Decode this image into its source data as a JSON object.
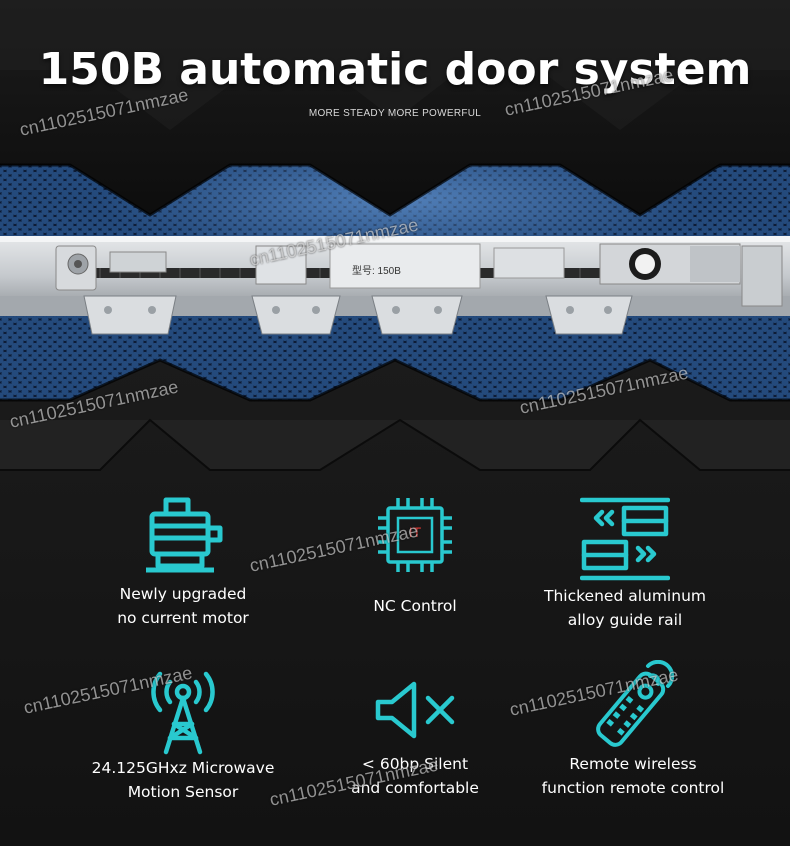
{
  "title": "150B automatic door system",
  "subtitle": "MORE STEADY MORE POWERFUL",
  "product": {
    "plate_text": "型号: 150B"
  },
  "features": [
    {
      "icon": "motor-icon",
      "line1": "Newly upgraded",
      "line2": "no current motor"
    },
    {
      "icon": "chip-icon",
      "chip_text": "IT",
      "line1": "NC Control",
      "line2": ""
    },
    {
      "icon": "guide-rail-icon",
      "line1": "Thickened aluminum",
      "line2": "alloy guide rail"
    },
    {
      "icon": "antenna-icon",
      "line1": "24.125GHxz Microwave",
      "line2": "Motion Sensor"
    },
    {
      "icon": "mute-speaker-icon",
      "line1": "< 60bp Silent",
      "line2": "and comfortable"
    },
    {
      "icon": "remote-control-icon",
      "line1": "Remote wireless",
      "line2": "function remote control"
    }
  ],
  "watermark": "cn1102515071nmzae",
  "colors": {
    "icon": "#29c9cf",
    "chip_text": "#e53935",
    "background": "#151515",
    "mesh": "#1e4372"
  }
}
